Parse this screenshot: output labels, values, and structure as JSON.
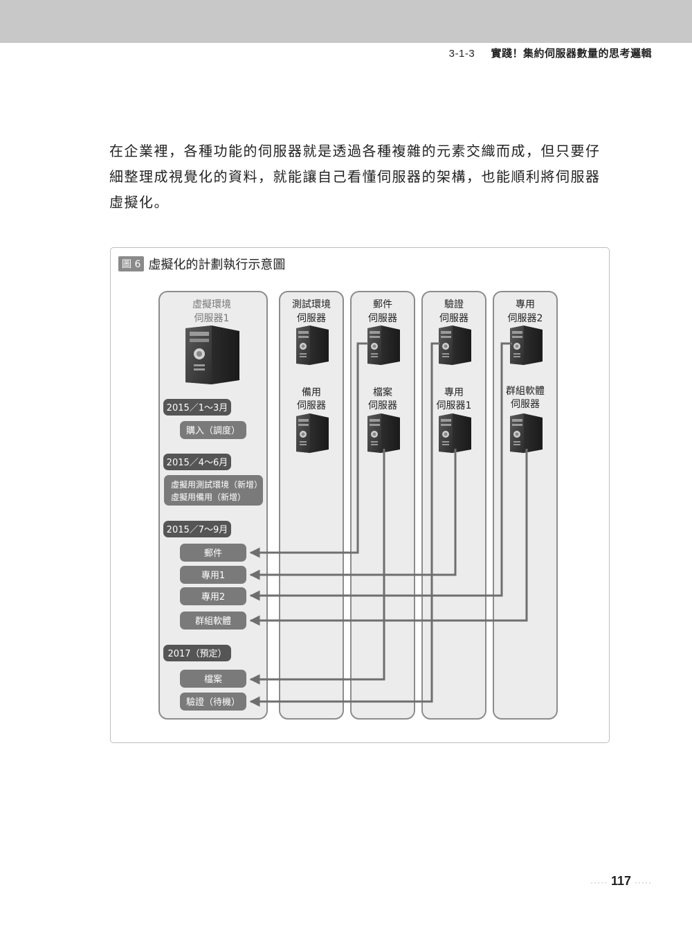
{
  "header": {
    "section_number": "3-1-3",
    "section_title": "實踐！集約伺服器數量的思考邏輯"
  },
  "body": {
    "paragraph": "在企業裡，各種功能的伺服器就是透過各種複雜的元素交織而成，但只要仔細整理成視覺化的資料，就能讓自己看懂伺服器的架構，也能順利將伺服器虛擬化。"
  },
  "figure": {
    "badge": "圖 6",
    "title": "虛擬化的計劃執行示意圖",
    "virtual_server": {
      "line1": "虛擬環境",
      "line2": "伺服器1"
    },
    "columns": [
      {
        "top": {
          "line1": "測試環境",
          "line2": "伺服器"
        },
        "bottom": {
          "line1": "備用",
          "line2": "伺服器"
        }
      },
      {
        "top": {
          "line1": "郵件",
          "line2": "伺服器"
        },
        "bottom": {
          "line1": "檔案",
          "line2": "伺服器"
        }
      },
      {
        "top": {
          "line1": "驗證",
          "line2": "伺服器"
        },
        "bottom": {
          "line1": "專用",
          "line2": "伺服器1"
        }
      },
      {
        "top": {
          "line1": "專用",
          "line2": "伺服器2"
        },
        "bottom": {
          "line1": "群組軟體",
          "line2": "伺服器"
        }
      }
    ],
    "periods": [
      {
        "label": "2015／1～3月"
      },
      {
        "label": "2015／4～6月"
      },
      {
        "label": "2015／7～9月"
      },
      {
        "label": "2017（預定）"
      }
    ],
    "tasks": {
      "purchase": "購入（調度）",
      "new_line1": "虛擬用測試環境（新增）",
      "new_line2": "虛擬用備用（新增）",
      "mail": "郵件",
      "dedicated1": "專用1",
      "dedicated2": "專用2",
      "groupware": "群組軟體",
      "file": "檔案",
      "auth_standby": "驗證（待機）"
    },
    "colors": {
      "panel_fill": "#ececec",
      "panel_stroke": "#8c8c8c",
      "period_fill": "#555555",
      "task_fill": "#7a7a7a",
      "arrow": "#6e6e6e"
    }
  },
  "footer": {
    "page_number": "117",
    "dots_left": "·····",
    "dots_right": "·····"
  }
}
